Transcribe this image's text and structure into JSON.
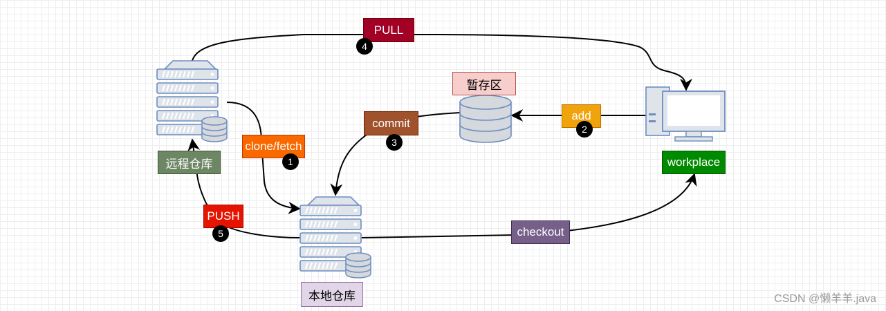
{
  "nodes": {
    "remote_repo": {
      "label": "远程仓库",
      "color": "#6d8764"
    },
    "local_repo": {
      "label": "本地仓库",
      "color": "#e1d5e7"
    },
    "staging_area": {
      "label": "暂存区",
      "color": "#f8cecc"
    },
    "workplace": {
      "label": "workplace",
      "color": "#008a00"
    }
  },
  "operations": [
    {
      "id": "pull",
      "label": "PULL",
      "step": "4",
      "color": "#a20025"
    },
    {
      "id": "clone_fetch",
      "label": "clone/fetch",
      "step": "1",
      "color": "#fa6800"
    },
    {
      "id": "commit",
      "label": "commit",
      "step": "3",
      "color": "#a0522d"
    },
    {
      "id": "add",
      "label": "add",
      "step": "2",
      "color": "#f0a30a"
    },
    {
      "id": "push",
      "label": "PUSH",
      "step": "5",
      "color": "#e51400"
    },
    {
      "id": "checkout",
      "label": "checkout",
      "step": "",
      "color": "#76608a"
    }
  ],
  "icons": {
    "server": "server-icon",
    "database": "database-icon",
    "computer": "computer-icon"
  },
  "watermark": "CSDN @懒羊羊.java"
}
